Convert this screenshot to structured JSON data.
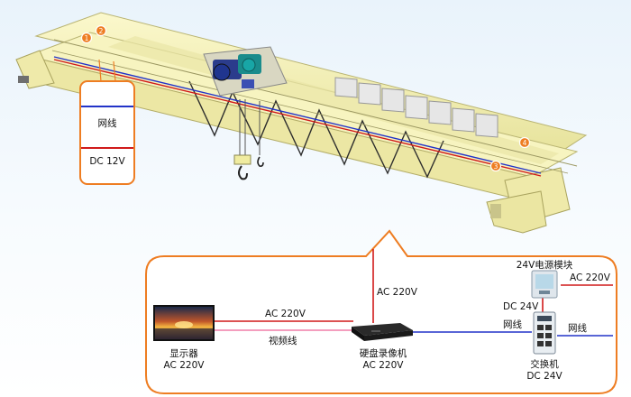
{
  "crane_callout": {
    "network_label": "网线",
    "power_label": "DC 12V"
  },
  "camera_markers": [
    "1",
    "2",
    "3",
    "4"
  ],
  "system_panel": {
    "recorder_feed_label": "AC 220V",
    "power_module": {
      "title": "24V电源模块",
      "input": "AC 220V",
      "output": "DC 24V"
    },
    "monitor": {
      "name": "显示器",
      "power": "AC 220V",
      "link_power": "AC 220V",
      "link_video": "视频线"
    },
    "recorder": {
      "name": "硬盘录像机",
      "power": "AC 220V",
      "link_network": "网线"
    },
    "switch": {
      "name": "交换机",
      "power": "DC 24V",
      "uplink_network": "网线"
    }
  },
  "colors": {
    "callout_border": "#ee7d22",
    "network_line": "#2233c8",
    "power_line": "#d01a1a",
    "video_line": "#f07fa8",
    "crane_body": "#f4f1b4",
    "crane_shadow": "#d8d48a"
  }
}
